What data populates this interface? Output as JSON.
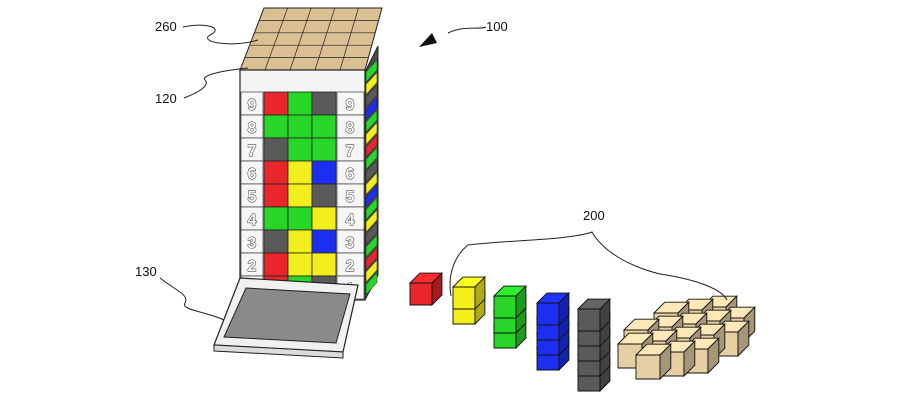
{
  "labels": {
    "tower_ref": "100",
    "top_layer_ref": "260",
    "tower_body_ref": "120",
    "tray_ref": "130",
    "pieces_ref": "200"
  },
  "left_numbers": [
    "9",
    "8",
    "7",
    "6",
    "5",
    "4",
    "3",
    "2",
    "1"
  ],
  "right_numbers": [
    "9",
    "8",
    "7",
    "6",
    "5",
    "4",
    "3",
    "2",
    "1"
  ],
  "colors": {
    "red": "#e8262b",
    "green": "#27d627",
    "yellow": "#f2ef1c",
    "blue": "#1c2ff0",
    "gray": "#5a5a5a",
    "tan": "#e7cfa4",
    "frame": "#f4f4f4",
    "tray": "#8a8a8a",
    "line": "#222222"
  },
  "grid_rows": [
    [
      "red",
      "green",
      "gray"
    ],
    [
      "green",
      "green",
      "green"
    ],
    [
      "gray",
      "green",
      "green"
    ],
    [
      "red",
      "yellow",
      "blue"
    ],
    [
      "red",
      "yellow",
      "gray"
    ],
    [
      "green",
      "green",
      "yellow"
    ],
    [
      "gray",
      "yellow",
      "blue"
    ],
    [
      "red",
      "yellow",
      "yellow"
    ],
    [
      "red",
      "green",
      "gray"
    ]
  ],
  "pieces": [
    {
      "color": "red",
      "cubes": 1
    },
    {
      "color": "yellow",
      "cubes": 2
    },
    {
      "color": "green",
      "cubes": 3
    },
    {
      "color": "blue",
      "cubes": 4
    },
    {
      "color": "gray",
      "cubes": 5
    }
  ]
}
